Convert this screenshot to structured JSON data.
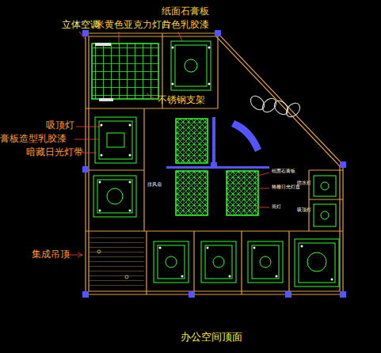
{
  "diagram": {
    "title": "办公空间顶面",
    "labels": [
      "立体空调",
      "米黄色亚克力灯片",
      "纸面石膏板",
      "白色乳胶漆",
      "不锈钢支架",
      "吸顶灯",
      "膏板造型乳胶漆",
      "暗藏日光灯带",
      "集成吊顶",
      "纸面石膏板",
      "格栅日光灯盘",
      "筒灯",
      "排风扇",
      "吸顶灯",
      "防水灯"
    ]
  }
}
